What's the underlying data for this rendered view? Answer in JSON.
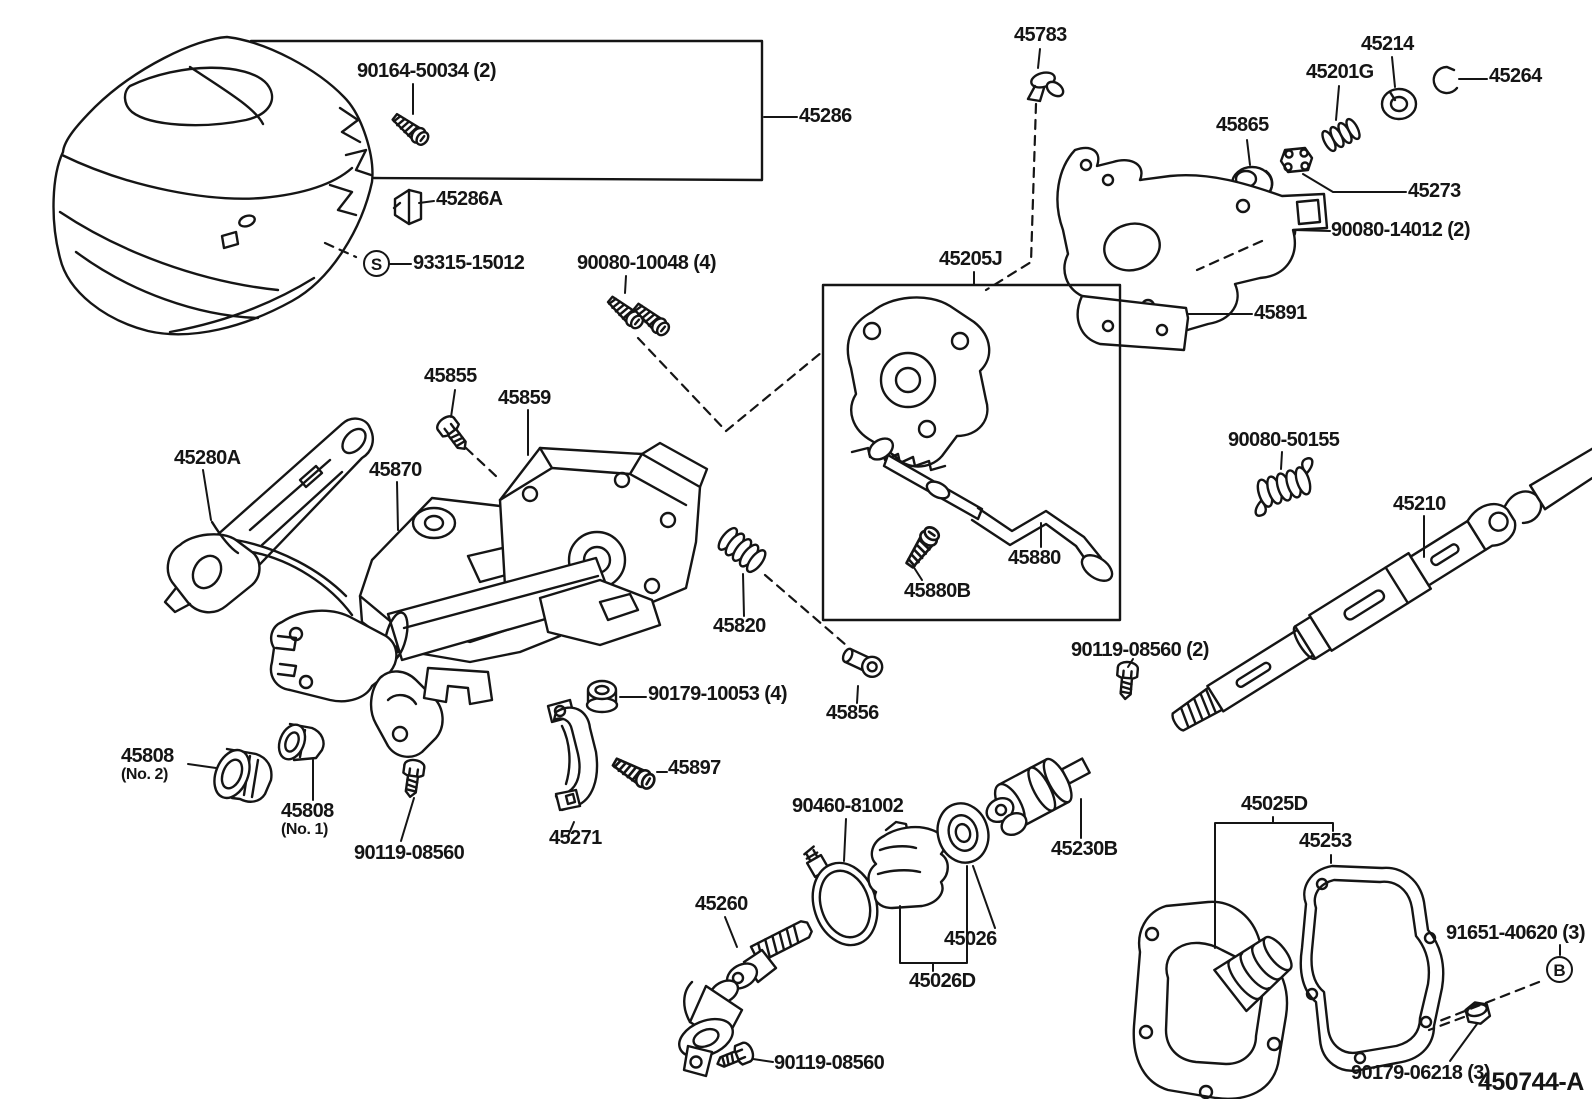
{
  "figure": {
    "code": "450744-A"
  },
  "colors": {
    "ink": "#151515",
    "background": "#ffffff"
  },
  "symbols": {
    "s": "S",
    "b": "B"
  },
  "labels": {
    "p90164": {
      "text": "90164-50034 (2)"
    },
    "p45286": {
      "text": "45286"
    },
    "p45286a": {
      "text": "45286A"
    },
    "p93315": {
      "text": "93315-15012"
    },
    "p90080_10048": {
      "text": "90080-10048 (4)"
    },
    "p45783": {
      "text": "45783"
    },
    "p45214": {
      "text": "45214"
    },
    "p45201g": {
      "text": "45201G"
    },
    "p45264": {
      "text": "45264"
    },
    "p45865": {
      "text": "45865"
    },
    "p45273": {
      "text": "45273"
    },
    "p90080_14012": {
      "text": "90080-14012 (2)"
    },
    "p45891": {
      "text": "45891"
    },
    "p45205j": {
      "text": "45205J"
    },
    "p45880": {
      "text": "45880"
    },
    "p45880b": {
      "text": "45880B"
    },
    "p90080_50155": {
      "text": "90080-50155"
    },
    "p45210": {
      "text": "45210"
    },
    "p45855": {
      "text": "45855"
    },
    "p45859": {
      "text": "45859"
    },
    "p45280a": {
      "text": "45280A"
    },
    "p45870": {
      "text": "45870"
    },
    "p45820": {
      "text": "45820"
    },
    "p90179_10053": {
      "text": "90179-10053 (4)"
    },
    "p45856": {
      "text": "45856"
    },
    "p90119_08560_2": {
      "text": "90119-08560 (2)"
    },
    "p45808_no2": {
      "text": "45808",
      "sub": "(No. 2)"
    },
    "p45808_no1": {
      "text": "45808",
      "sub": "(No. 1)"
    },
    "p90119_08560_a": {
      "text": "90119-08560"
    },
    "p45271": {
      "text": "45271"
    },
    "p45897": {
      "text": "45897"
    },
    "p45260": {
      "text": "45260"
    },
    "p90460": {
      "text": "90460-81002"
    },
    "p45026": {
      "text": "45026"
    },
    "p45026d": {
      "text": "45026D"
    },
    "p45230b": {
      "text": "45230B"
    },
    "p90119_08560_b": {
      "text": "90119-08560"
    },
    "p45025d": {
      "text": "45025D"
    },
    "p45253": {
      "text": "45253"
    },
    "p91651": {
      "text": "91651-40620 (3)"
    },
    "p90179_06218": {
      "text": "90179-06218 (3)"
    }
  }
}
